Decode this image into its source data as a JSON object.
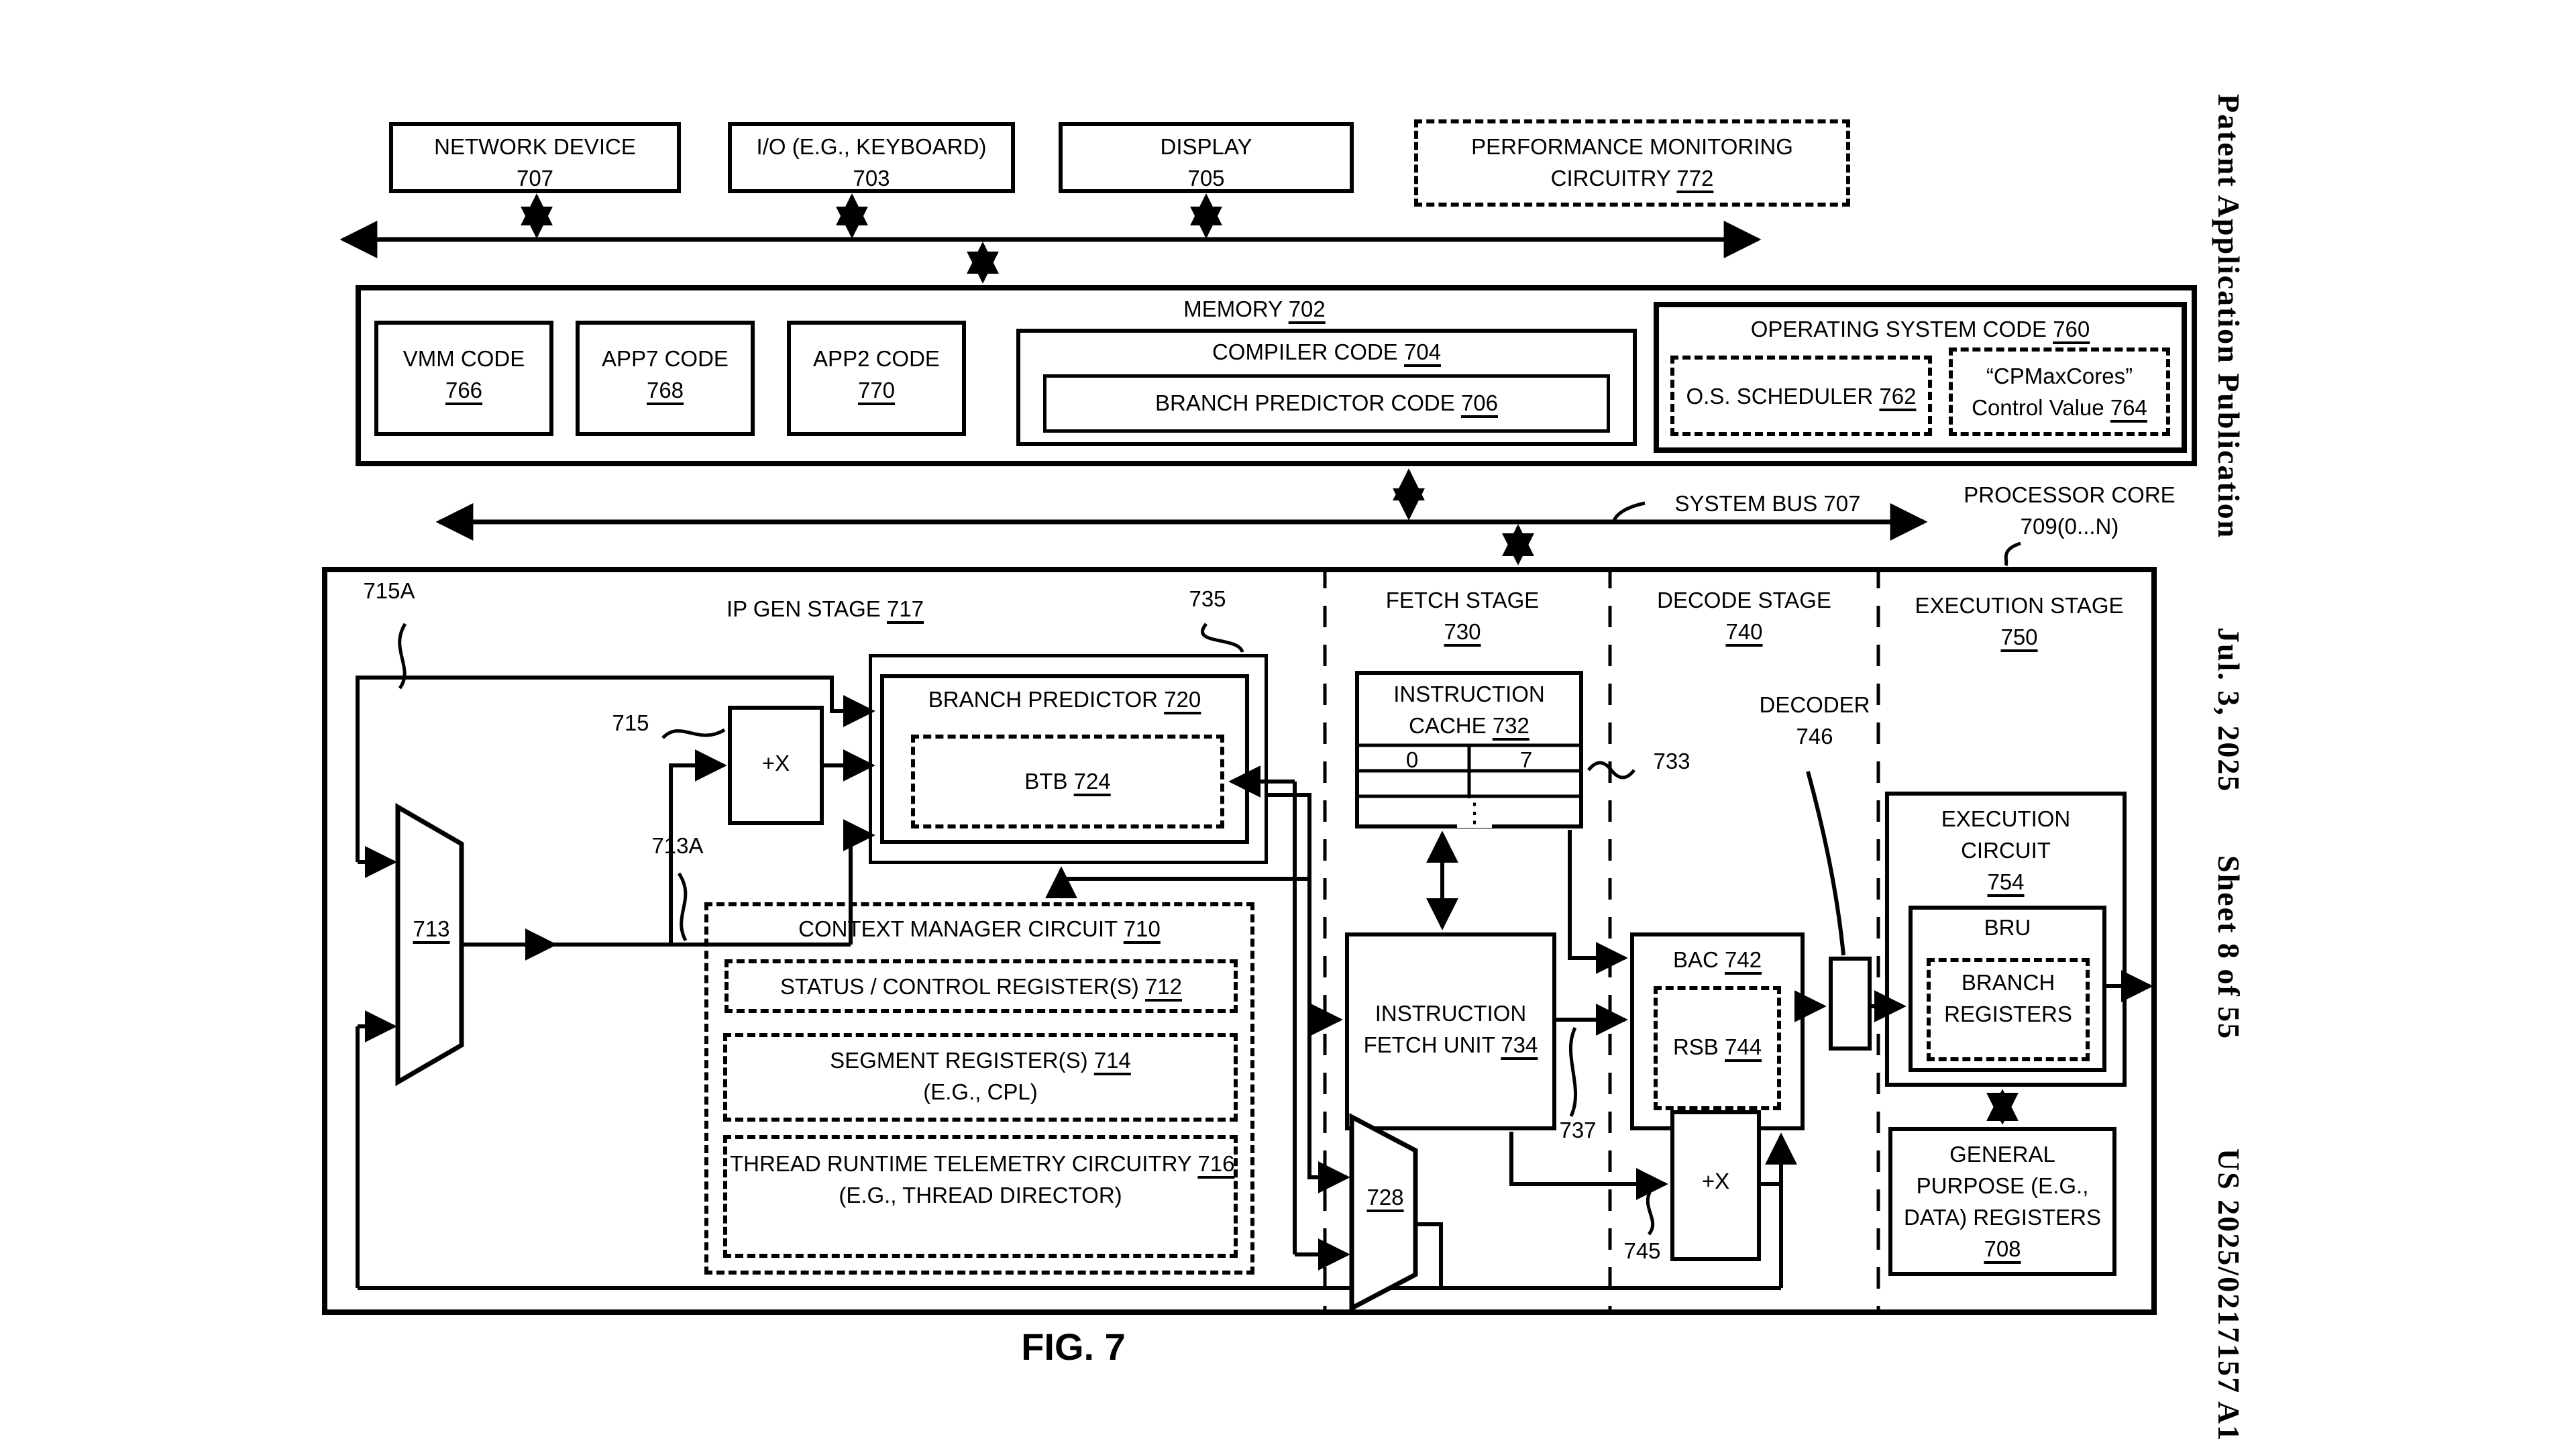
{
  "margin": {
    "publication": "Patent Application Publication",
    "date": "Jul. 3, 2025",
    "sheet": "Sheet 8 of 55",
    "pub_number": "US 2025/0217157 A1"
  },
  "caption": "FIG. 7",
  "devices": {
    "network": {
      "label": "NETWORK DEVICE",
      "num": "707"
    },
    "io": {
      "label": "I/O (E.G., KEYBOARD)",
      "num": "703"
    },
    "display": {
      "label": "DISPLAY",
      "num": "705"
    },
    "perf": {
      "line1": "PERFORMANCE MONITORING",
      "label": "CIRCUITRY",
      "num": "772"
    }
  },
  "memory": {
    "title": {
      "label": "MEMORY",
      "num": "702"
    },
    "vmm": {
      "label": "VMM CODE",
      "num": "766"
    },
    "app7": {
      "label": "APP7 CODE",
      "num": "768"
    },
    "app2": {
      "label": "APP2 CODE",
      "num": "770"
    },
    "compiler": {
      "label": "COMPILER CODE",
      "num": "704"
    },
    "branch_predictor_code": {
      "label": "BRANCH PREDICTOR CODE",
      "num": "706"
    },
    "os": {
      "label": "OPERATING SYSTEM CODE",
      "num": "760"
    },
    "scheduler": {
      "label": "O.S. SCHEDULER",
      "num": "762"
    },
    "cpmax": {
      "line1": "“CPMaxCores”",
      "label": "Control Value",
      "num": "764"
    }
  },
  "buses": {
    "system_bus": "SYSTEM BUS 707",
    "core_line1": "PROCESSOR CORE",
    "core_line2": "709(0...N)"
  },
  "stages": {
    "ipgen": {
      "label": "IP GEN STAGE",
      "num": "717"
    },
    "fetch": {
      "label": "FETCH STAGE",
      "num": "730"
    },
    "decode": {
      "label": "DECODE STAGE",
      "num": "740"
    },
    "execution": {
      "label": "EXECUTION STAGE",
      "num": "750"
    }
  },
  "core": {
    "branch_predictor": {
      "label": "BRANCH PREDICTOR",
      "num": "720"
    },
    "btb": {
      "label": "BTB",
      "num": "724"
    },
    "context_manager": {
      "label": "CONTEXT MANAGER CIRCUIT",
      "num": "710"
    },
    "status_control": {
      "label": "STATUS / CONTROL REGISTER(S)",
      "num": "712"
    },
    "segment": {
      "label": "SEGMENT REGISTER(S)",
      "num": "714",
      "sub": "(E.G., CPL)"
    },
    "telemetry": {
      "label": "THREAD RUNTIME TELEMETRY CIRCUITRY",
      "num": "716",
      "sub": "(E.G., THREAD DIRECTOR)"
    },
    "icache": {
      "line1": "INSTRUCTION",
      "label": "CACHE",
      "num": "732",
      "col0": "0",
      "col1": "7",
      "dots": "⋮"
    },
    "ifu": {
      "line1": "INSTRUCTION",
      "label": "FETCH UNIT",
      "num": "734"
    },
    "bac": {
      "label": "BAC",
      "num": "742"
    },
    "rsb": {
      "label": "RSB",
      "num": "744"
    },
    "decoder": {
      "label": "DECODER",
      "num": "746"
    },
    "exec_circuit": {
      "line1": "EXECUTION",
      "line2": "CIRCUIT",
      "num": "754"
    },
    "bru": {
      "label": "BRU"
    },
    "branch_registers": {
      "line1": "BRANCH",
      "line2": "REGISTERS"
    },
    "gp": {
      "line1": "GENERAL",
      "line2": "PURPOSE (E.G.,",
      "line3": "DATA) REGISTERS",
      "num": "708"
    },
    "adder_top": "+X",
    "adder_bottom": "+X"
  },
  "refs": {
    "r715A": "715A",
    "r715": "715",
    "r713": "713",
    "r713A": "713A",
    "r735": "735",
    "r733": "733",
    "r737": "737",
    "r745": "745",
    "r728": "728"
  }
}
